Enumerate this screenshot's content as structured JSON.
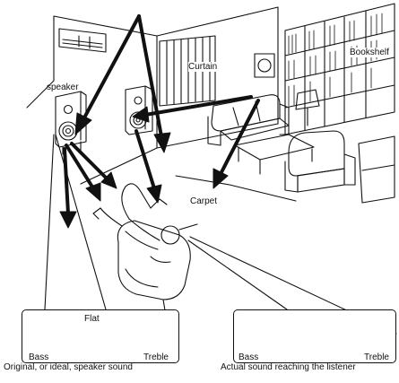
{
  "labels": {
    "speaker": "speaker",
    "curtain": "Curtain",
    "bookshelf": "Bookshelf",
    "carpet": "Carpet"
  },
  "left_graph": {
    "curve_label": "Flat",
    "axis_left": "Bass",
    "axis_right": "Treble",
    "caption": "Original, or ideal, speaker sound"
  },
  "right_graph": {
    "axis_left": "Bass",
    "axis_right": "Treble",
    "caption": "Actual sound reaching the listener"
  },
  "colors": {
    "line": "#111111",
    "background": "#ffffff"
  }
}
